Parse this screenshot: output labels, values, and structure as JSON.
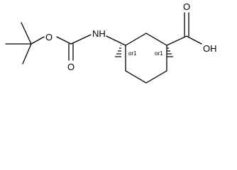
{
  "molecule": {
    "labels": {
      "o_ester": "O",
      "o_carbonyl": "O",
      "nh": "NH",
      "o_acid": "O",
      "oh": "OH",
      "stereo_c3": "or1",
      "stereo_c1": "or1"
    }
  }
}
